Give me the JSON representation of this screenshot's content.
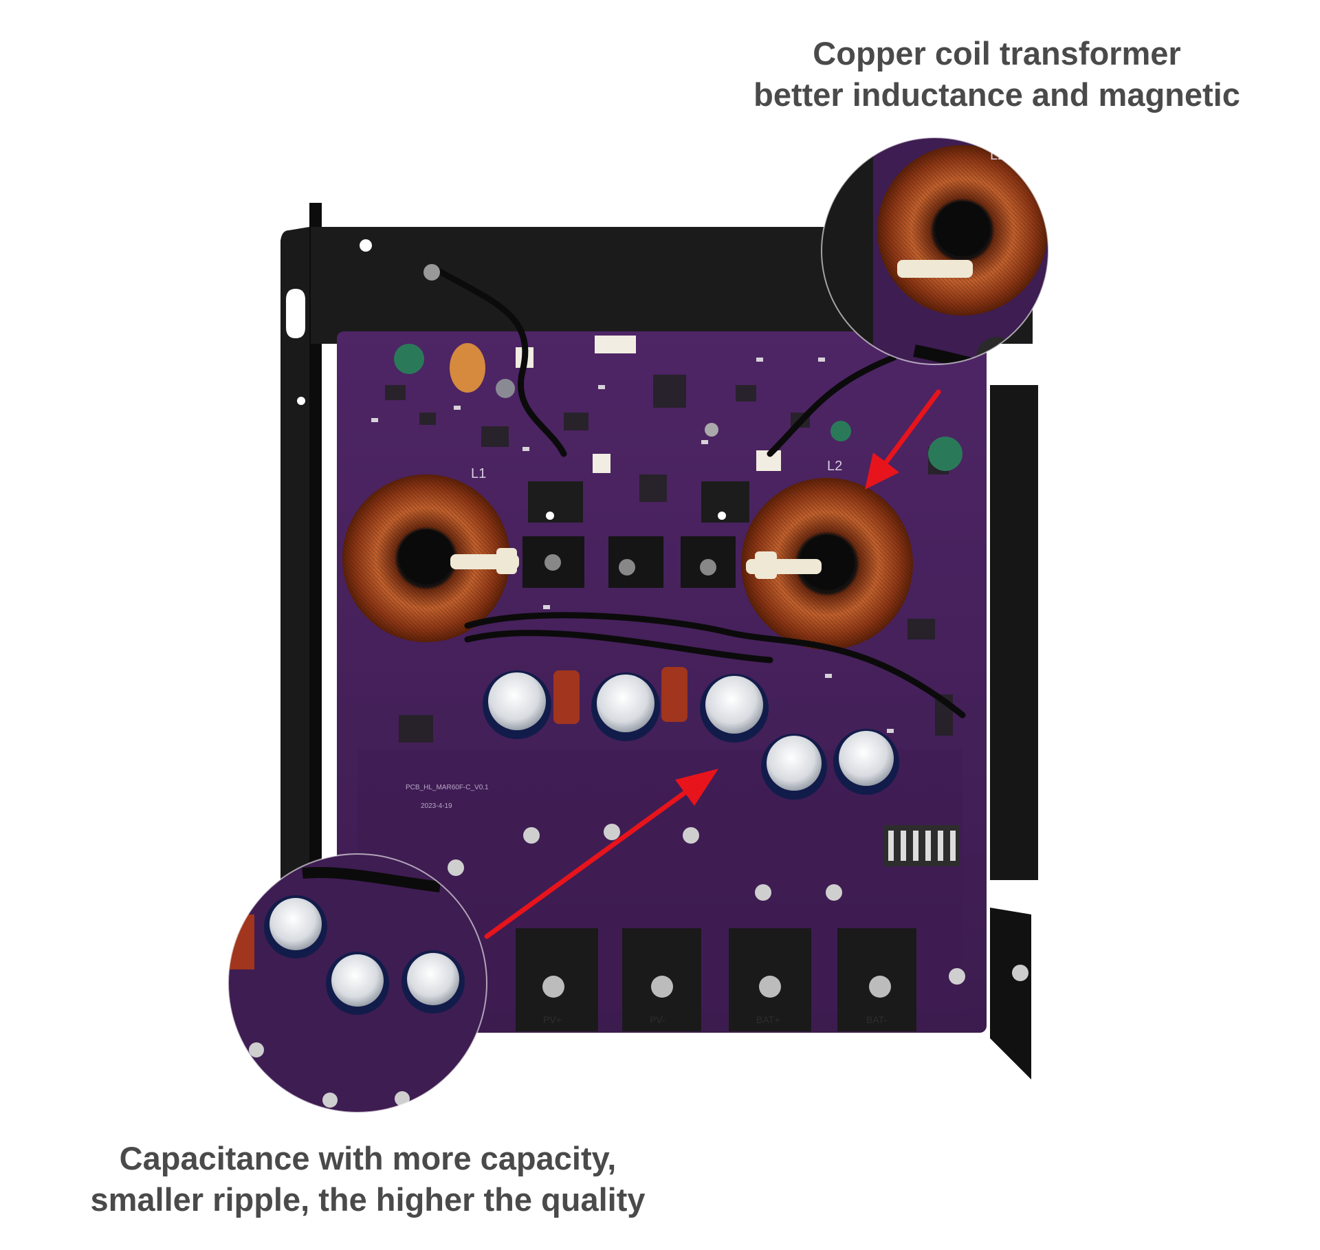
{
  "captions": {
    "transformer": {
      "line1": "Copper coil transformer",
      "line2": "better inductance and magnetic"
    },
    "capacitance": {
      "line1": "Capacitance with more capacity,",
      "line2": "smaller ripple, the higher the quality"
    }
  },
  "board": {
    "inductor_labels": [
      "L1",
      "L2"
    ],
    "silkscreen_model": "PCB_HL_MAR60F-C_V0.1",
    "silkscreen_date": "2023-4-19",
    "terminal_labels": [
      "PV+",
      "PV-",
      "BAT+",
      "BAT-"
    ]
  },
  "colors": {
    "caption_text": "#4a4a4a",
    "pcb": "#4b2460",
    "chassis": "#141414",
    "copper": "#a0461f",
    "arrow": "#e8141b"
  }
}
